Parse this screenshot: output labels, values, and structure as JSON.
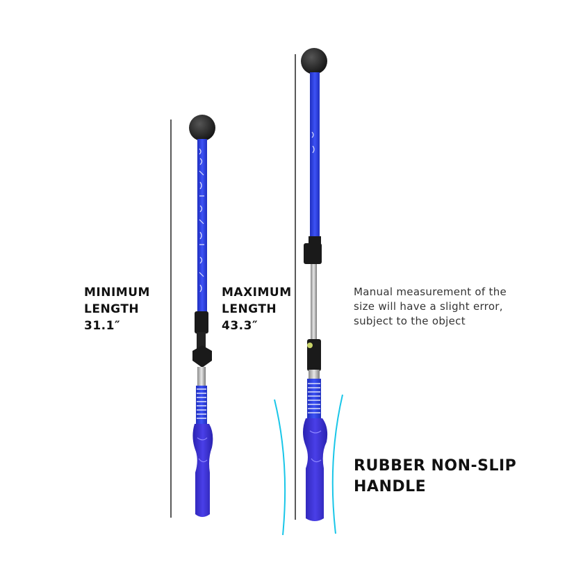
{
  "min_label": {
    "line1": "MINIMUM",
    "line2": "LENGTH",
    "value": "31.1″"
  },
  "max_label": {
    "line1": "MAXIMUM",
    "line2": "LENGTH",
    "value": "43.3″"
  },
  "note": "Manual measurement of the size will have a slight error, subject to the object",
  "handle_caption": {
    "line1": "RUBBER NON-SLIP",
    "line2": "HANDLE"
  },
  "colors": {
    "shaft_blue": "#2e3fe0",
    "grip_blue": "#3b2fd0",
    "ball_black": "#1a1a1a",
    "accent_cyan": "#19c6e8"
  }
}
